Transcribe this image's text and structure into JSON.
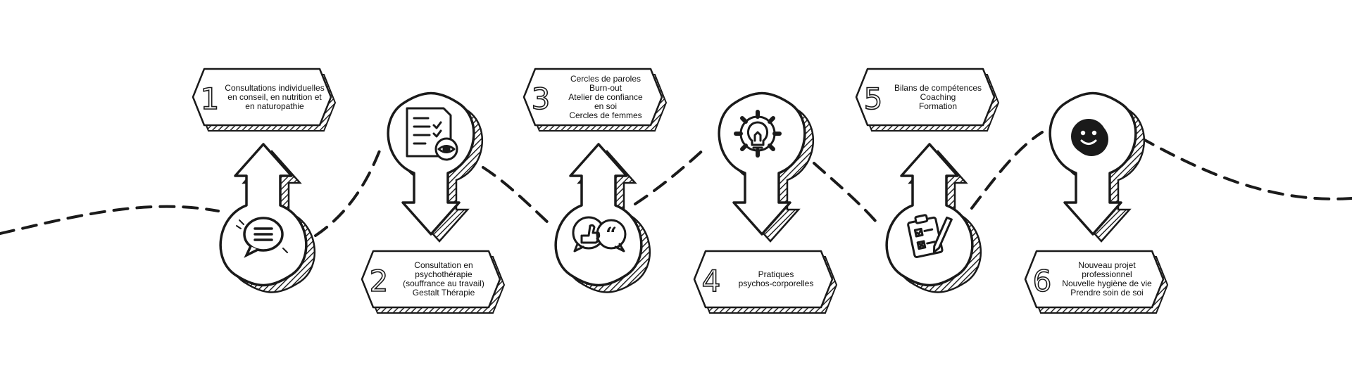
{
  "colors": {
    "ink": "#1a1a1a",
    "background": "#ffffff",
    "hatch": "#222222"
  },
  "steps": [
    {
      "number": "1",
      "icon": "speech-bubble-icon",
      "direction": "up",
      "lines": [
        "Consultations individuelles",
        "en conseil, en nutrition et",
        "en naturopathie"
      ]
    },
    {
      "number": "2",
      "icon": "checklist-eye-icon",
      "direction": "down",
      "lines": [
        "Consultation en",
        "psychothérapie",
        "(souffrance au travail)",
        "Gestalt Thérapie"
      ]
    },
    {
      "number": "3",
      "icon": "thumbs-up-quote-icon",
      "direction": "up",
      "lines": [
        "Cercles de paroles",
        "Burn-out",
        "Atelier de confiance",
        "en soi",
        "Cercles de femmes"
      ]
    },
    {
      "number": "4",
      "icon": "lightbulb-gear-icon",
      "direction": "down",
      "lines": [
        "Pratiques",
        "psychos-corporelles"
      ]
    },
    {
      "number": "5",
      "icon": "clipboard-pen-icon",
      "direction": "up",
      "lines": [
        "Bilans de compétences",
        "Coaching",
        "Formation"
      ]
    },
    {
      "number": "6",
      "icon": "smiley-icon",
      "direction": "down",
      "lines": [
        "Nouveau projet",
        "professionnel",
        "Nouvelle hygiène de vie",
        "Prendre soin de soi"
      ]
    }
  ]
}
